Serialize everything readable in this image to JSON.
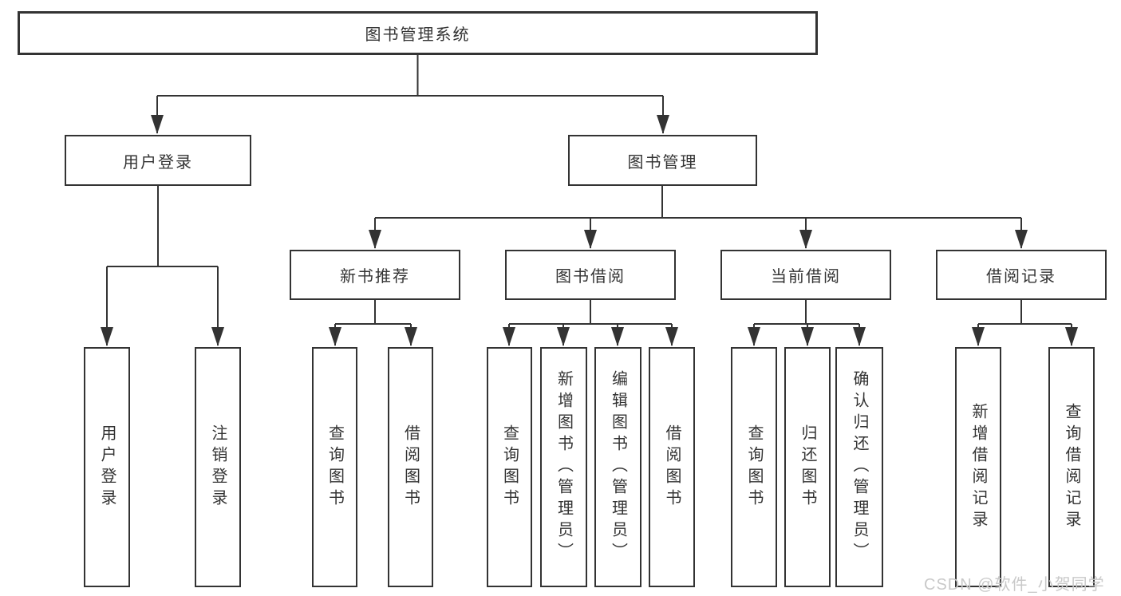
{
  "diagram": {
    "title": "图书管理系统",
    "root": {
      "label": "图书管理系统",
      "children": [
        {
          "label": "用户登录",
          "children": [
            {
              "label": "用户登录"
            },
            {
              "label": "注销登录"
            }
          ]
        },
        {
          "label": "图书管理",
          "children": [
            {
              "label": "新书推荐",
              "children": [
                {
                  "label": "查询图书"
                },
                {
                  "label": "借阅图书"
                }
              ]
            },
            {
              "label": "图书借阅",
              "children": [
                {
                  "label": "查询图书"
                },
                {
                  "label": "新增图书（管理员）"
                },
                {
                  "label": "编辑图书（管理员）"
                },
                {
                  "label": "借阅图书"
                }
              ]
            },
            {
              "label": "当前借阅",
              "children": [
                {
                  "label": "查询图书"
                },
                {
                  "label": "归还图书"
                },
                {
                  "label": "确认归还（管理员）"
                }
              ]
            },
            {
              "label": "借阅记录",
              "children": [
                {
                  "label": "新增借阅记录"
                },
                {
                  "label": "查询借阅记录"
                }
              ]
            }
          ]
        }
      ]
    },
    "watermark": "CSDN @软件_小贺同学",
    "colors": {
      "line": "#333333",
      "box_border": "#333333",
      "box_fill": "#ffffff",
      "text": "#333333",
      "watermark": "#c9c9c9",
      "background": "#ffffff"
    }
  }
}
